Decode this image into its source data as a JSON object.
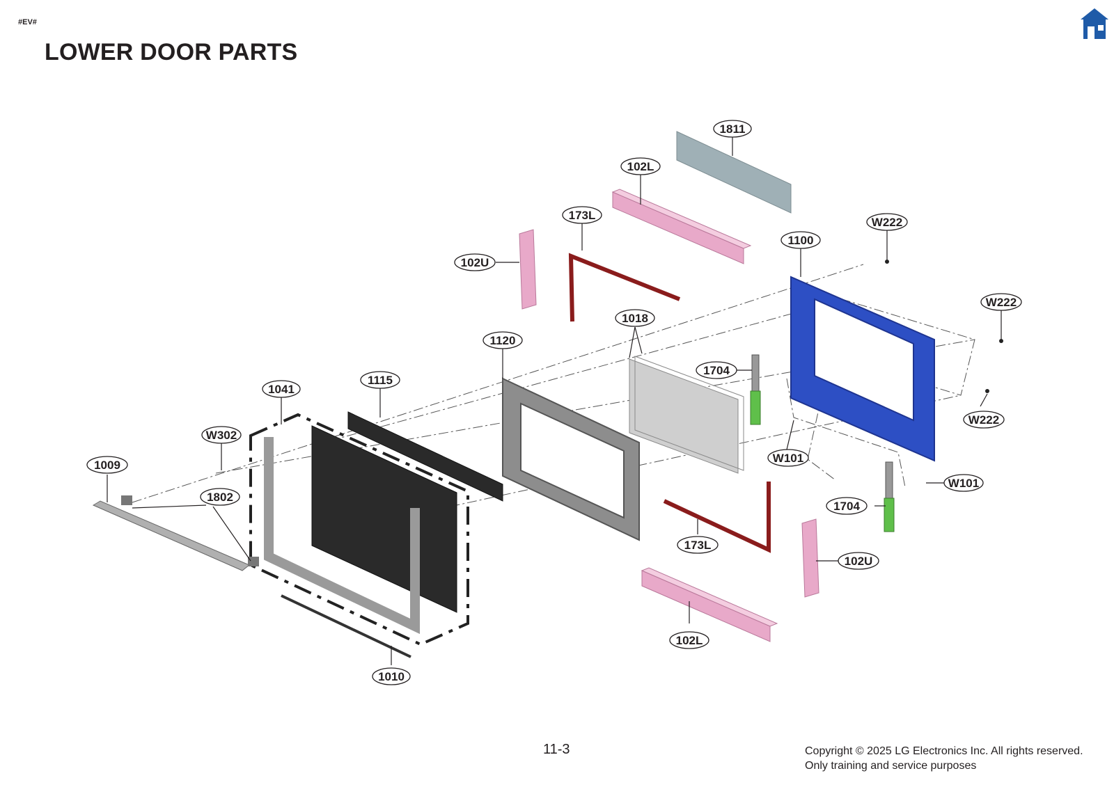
{
  "header": {
    "tag": "#EV#",
    "title": "LOWER DOOR PARTS"
  },
  "home_icon": {
    "icon": "home-icon",
    "color": "#1f5ba8"
  },
  "callouts": [
    "1811",
    "102L",
    "173L",
    "102U",
    "W222",
    "1100",
    "W222",
    "1018",
    "1120",
    "1704",
    "1115",
    "1041",
    "W302",
    "1009",
    "1802",
    "W101",
    "W222",
    "W101",
    "1704",
    "173L",
    "102U",
    "102L",
    "1010"
  ],
  "colors": {
    "frame_blue": "#2d4fc4",
    "seal_red": "#8a1c1c",
    "insulation_pink": "#e8a9c9",
    "glass_blue_gray": "#9fb0b6",
    "panel_black": "#2a2a2a",
    "hinge_green": "#5fbf4a"
  },
  "footer": {
    "page_number": "11-3",
    "copyright_line1": "Copyright © 2025 LG Electronics Inc. All rights reserved.",
    "copyright_line2": "Only training and service purposes"
  }
}
